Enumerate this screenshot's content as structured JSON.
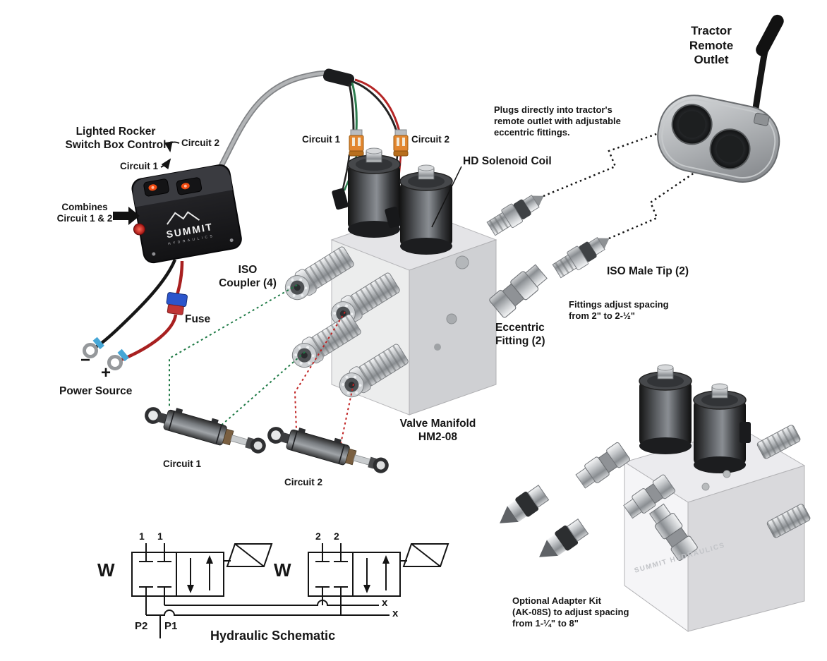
{
  "labels": {
    "tractor_remote_outlet": "Tractor\nRemote\nOutlet",
    "switch_box_control": "Lighted Rocker\nSwitch Box Control",
    "circuit2_switch": "Circuit 2",
    "circuit1_switch": "Circuit 1",
    "combines": "Combines\nCircuit 1 & 2",
    "fuse": "Fuse",
    "minus": "−",
    "plus": "+",
    "power_source": "Power Source",
    "circuit1_wire": "Circuit 1",
    "circuit2_wire": "Circuit 2",
    "hd_solenoid_coil": "HD Solenoid Coil",
    "iso_coupler": "ISO\nCoupler (4)",
    "plugs_note": "Plugs directly into tractor's\nremote outlet with adjustable\neccentric fittings.",
    "iso_male_tip": "ISO Male Tip (2)",
    "fittings_note": "Fittings adjust spacing\nfrom 2\" to 2-½\"",
    "eccentric_fitting": "Eccentric\nFitting (2)",
    "valve_manifold": "Valve Manifold\nHM2-08",
    "circuit1_cylinder": "Circuit 1",
    "circuit2_cylinder": "Circuit 2",
    "adapter_kit_note": "Optional Adapter Kit\n(AK-08S) to adjust spacing\nfrom 1-¼\" to 8\"",
    "schematic_caption": "Hydraulic Schematic"
  },
  "schematic": {
    "spring1": "W",
    "spring2": "W",
    "valve1_ports": [
      "1",
      "1"
    ],
    "valve2_ports": [
      "2",
      "2"
    ],
    "p2": "P2",
    "p1": "P1",
    "x_marks": [
      "x",
      "x"
    ]
  },
  "brand": {
    "name": "SUMMIT",
    "tagline": "HYDRAULICS",
    "watermark": "SUMMIT HYDRAULICS"
  },
  "colors": {
    "circuit1_line": "#1e7a45",
    "circuit2_line": "#c02323",
    "outline": "#141414",
    "wire_red": "#a82020",
    "wire_black": "#161616",
    "cable_gray": "#9b9da0"
  }
}
